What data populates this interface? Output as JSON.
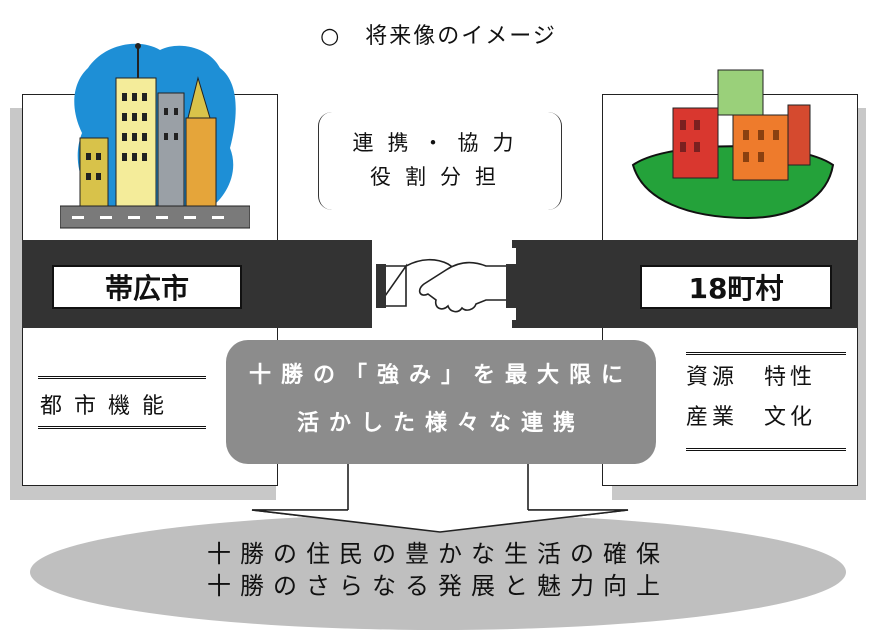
{
  "title": "○　将来像のイメージ",
  "left": {
    "name": "帯広市",
    "feature": "都市機能",
    "icon": "city-buildings-icon"
  },
  "right": {
    "name": "18町村",
    "features": [
      "資源　特性",
      "産業　文化"
    ],
    "icon": "town-houses-icon"
  },
  "center": {
    "lines": [
      "連携・協力",
      "役割分担"
    ],
    "icon": "handshake-icon"
  },
  "highlight": {
    "lines": [
      "十勝の「強み」を最大限に",
      "活かした様々な連携"
    ]
  },
  "goal": {
    "lines": [
      "十勝の住民の豊かな生活の確保",
      "十勝のさらなる発展と魅力向上"
    ]
  },
  "colors": {
    "band": "#333333",
    "highlight_box": "#8c8c8c",
    "goal_ellipse": "#bfbfbf",
    "panel_shadow": "#c8c8c8"
  }
}
